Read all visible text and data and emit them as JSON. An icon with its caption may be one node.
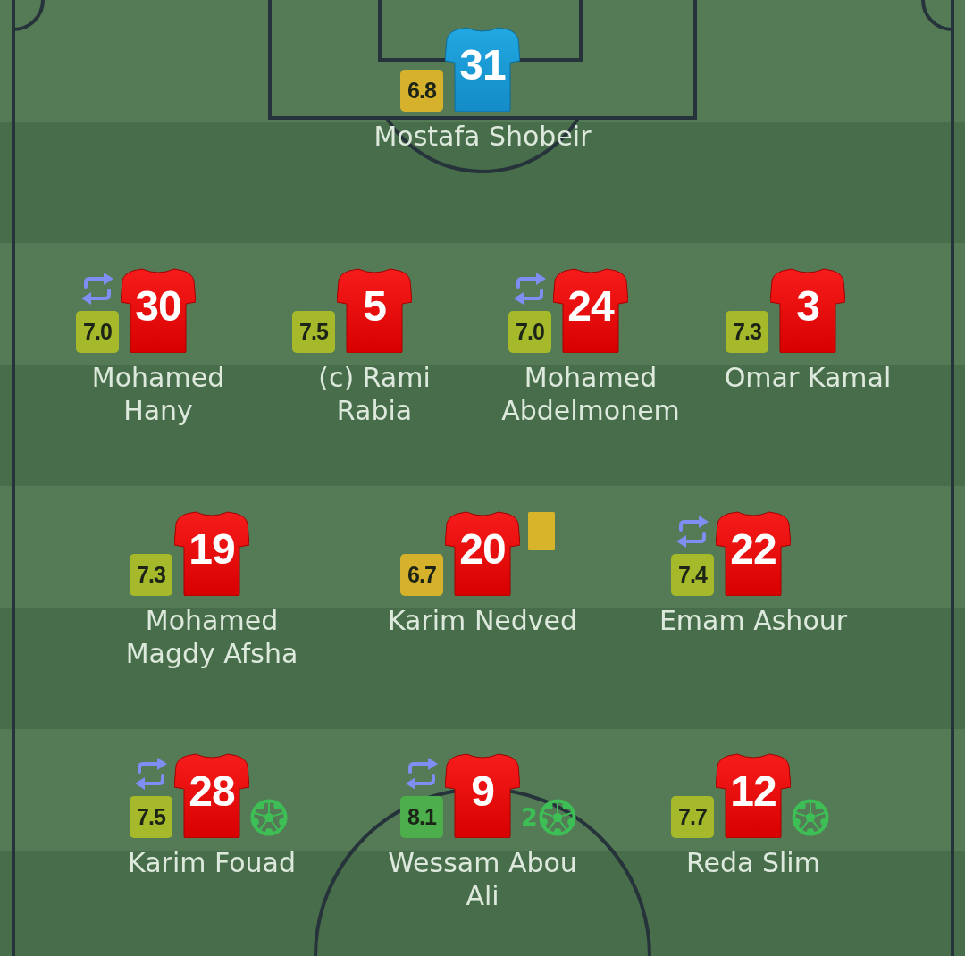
{
  "diagram": {
    "nodes": [
      {
        "text": [
          "6.8"
        ]
      },
      {
        "text": [
          "31"
        ],
        "beside": [
          "Mostafa Shobeir"
        ]
      },
      {
        "text": [
          "7.0"
        ]
      },
      {
        "text": [
          "30"
        ],
        "beside": [
          "Mohamed Hany"
        ]
      },
      {
        "text": [
          "7.5"
        ]
      },
      {
        "text": [
          "5"
        ],
        "beside": [
          "(c) Rami Rabia"
        ]
      },
      {
        "text": [
          "7.0"
        ]
      },
      {
        "text": [
          "24"
        ],
        "beside": [
          "Mohamed Abdelmonem"
        ]
      },
      {
        "text": [
          "7.3"
        ]
      },
      {
        "text": [
          "3"
        ],
        "beside": [
          "Omar Kamal"
        ]
      },
      {
        "text": [
          "7.3"
        ]
      },
      {
        "text": [
          "19"
        ],
        "beside": [
          "Mohamed Magdy Afsha"
        ]
      },
      {
        "text": [
          "6.7"
        ]
      },
      {
        "text": [
          "20"
        ],
        "beside": [
          "Karim Nedved"
        ]
      },
      {
        "text": [
          "7.4"
        ]
      },
      {
        "text": [
          "22"
        ],
        "beside": [
          "Emam Ashour"
        ]
      },
      {
        "text": [
          "7.5"
        ]
      },
      {
        "text": [
          "28"
        ],
        "beside": [
          "Karim Fouad"
        ]
      },
      {
        "text": [
          "8.1"
        ]
      },
      {
        "text": [
          "9"
        ],
        "beside": [
          "Wessam Abou Ali",
          "2"
        ]
      },
      {
        "text": [
          "7.7"
        ]
      },
      {
        "text": [
          "12"
        ],
        "beside": [
          "Reda Slim"
        ]
      }
    ]
  }
}
